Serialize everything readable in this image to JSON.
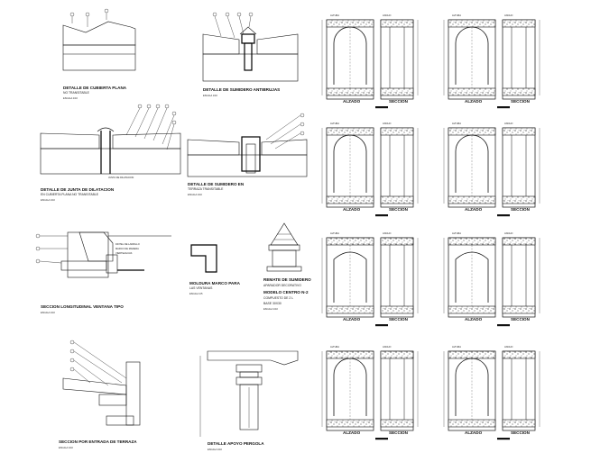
{
  "colors": {
    "ink": "#111111",
    "highlight": "#1fd11f",
    "paper": "#ffffff"
  },
  "details": {
    "d1": {
      "title": "DETALLE DE CUBIERTA PLANA",
      "subtitle": "NO TRANSITABLE",
      "scale": "ESCALA 1/10"
    },
    "d2": {
      "title": "DETALLE DE SUMIDERO ANTIBRUJAS",
      "scale": "ESCALA 1/10"
    },
    "d3": {
      "title": "DETALLE DE JUNTA DE DILATACION",
      "subtitle": "EN CUBIERTA PLANA NO TRANSITABLE",
      "scale": "ESCALA 1/10",
      "tag": "JUNTA DE DILATACION"
    },
    "d4": {
      "title": "DETALLE DE SUMIDERO EN",
      "subtitle": "TERRAZA TRANSITABLE",
      "scale": "ESCALA 1/10"
    },
    "d5": {
      "title": "SECCION LONGITUDINAL VENTANA TIPO",
      "scale": "ESCALA 1/10",
      "note_a": "DINTEL DE LADRILLO",
      "note_b": "MARCO DE MADERA",
      "note_c": "VIERTEAGUAS"
    },
    "d6": {
      "title": "MOLDURA MARCO PARA",
      "subtitle": "LAS VENTANAS",
      "scale": "ESCALA 1/5"
    },
    "d7": {
      "title": "REMATE DE SUMIDERO",
      "line2": "APARADOR DECORATIVO",
      "line3": "MODELO CENTRO N-2",
      "line4": "COMPUESTO DE 2 L",
      "line5": "BASE 30X30",
      "scale": "ESCALA 1/10"
    },
    "d8": {
      "title": "SECCION POR ENTRADA DE TERRAZA",
      "scale": "ESCALA 1/10"
    },
    "d9": {
      "title": "DETALLE APOYO PERGOLA",
      "scale": "ESCALA 1/10"
    }
  },
  "elevation_labels": {
    "front": "ALZADO",
    "side": "SECCION",
    "top_left": "ALTURA",
    "top_right": "ANCHO"
  }
}
